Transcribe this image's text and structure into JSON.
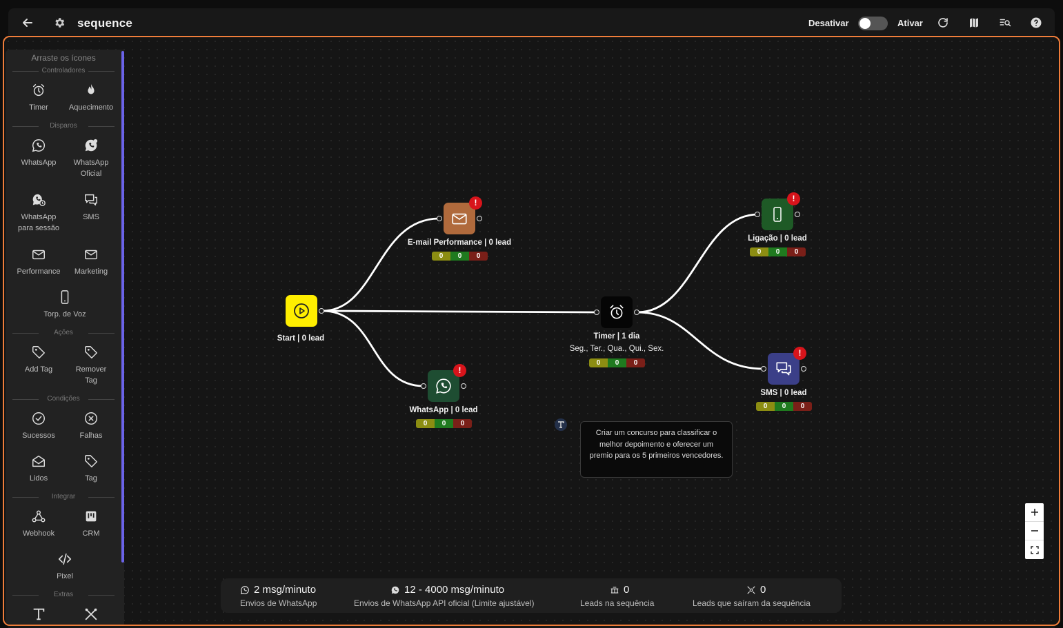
{
  "header": {
    "title": "sequence",
    "deactivate_label": "Desativar",
    "activate_label": "Ativar"
  },
  "sidebar": {
    "heading": "Arraste os ícones",
    "sections": {
      "controllers": "Controladores",
      "dispatches": "Disparos",
      "actions": "Ações",
      "conditions": "Condições",
      "integrate": "Integrar",
      "extras": "Extras"
    },
    "tools": {
      "timer": "Timer",
      "warmup": "Aquecimento",
      "whatsapp": "WhatsApp",
      "whatsapp_official_1": "WhatsApp",
      "whatsapp_official_2": "Oficial",
      "whatsapp_session_1": "WhatsApp",
      "whatsapp_session_2": "para sessão",
      "sms": "SMS",
      "performance": "Performance",
      "marketing": "Marketing",
      "voice": "Torp. de Voz",
      "add_tag": "Add Tag",
      "remove_tag_1": "Remover",
      "remove_tag_2": "Tag",
      "success": "Sucessos",
      "failures": "Falhas",
      "read": "Lidos",
      "tag": "Tag",
      "webhook": "Webhook",
      "crm": "CRM",
      "pixel": "Pixel"
    }
  },
  "nodes": {
    "start": {
      "label": "Start | 0 lead"
    },
    "email": {
      "label": "E-mail Performance | 0 lead",
      "counts": [
        "0",
        "0",
        "0"
      ],
      "warning": "!"
    },
    "whatsapp": {
      "label": "WhatsApp | 0 lead",
      "counts": [
        "0",
        "0",
        "0"
      ],
      "warning": "!"
    },
    "timer": {
      "label": "Timer | 1 dia",
      "sub": "Seg., Ter., Qua., Qui., Sex.",
      "counts": [
        "0",
        "0",
        "0"
      ]
    },
    "call": {
      "label": "Ligação | 0 lead",
      "counts": [
        "0",
        "0",
        "0"
      ],
      "warning": "!"
    },
    "sms": {
      "label": "SMS | 0 lead",
      "counts": [
        "0",
        "0",
        "0"
      ],
      "warning": "!"
    }
  },
  "note": {
    "text": "Criar um concurso para classificar o melhor depoimento e oferecer um premio para os 5 primeiros vencedores."
  },
  "stats": [
    {
      "value": "2 msg/minuto",
      "desc": "Envios de WhatsApp"
    },
    {
      "value": "12 - 4000 msg/minuto",
      "desc": "Envios de WhatsApp API oficial (Limite ajustável)"
    },
    {
      "value": "0",
      "desc": "Leads na sequência"
    },
    {
      "value": "0",
      "desc": "Leads que saíram da sequência"
    }
  ],
  "colors": {
    "accent_border": "#f07d3a",
    "start_node": "#ffee00",
    "email_node": "#b06a3c",
    "whatsapp_node": "#1e4d32",
    "call_node": "#1e5a26",
    "sms_node": "#3b3f88",
    "scrollbar": "#6b63e8",
    "warning": "#d8141b"
  }
}
